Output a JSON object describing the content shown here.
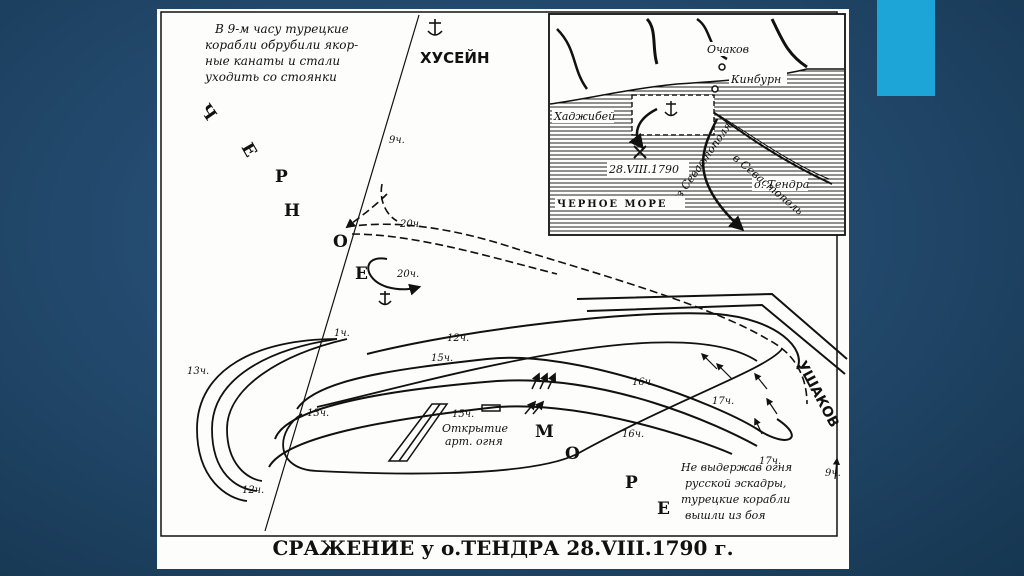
{
  "slide": {
    "accent_color": "#1ea5d8"
  },
  "map": {
    "caption": "СРАЖЕНИЕ у о.ТЕНДРА 28.VIII.1790 г.",
    "sea_name": "ЧЕРНОЕ МОРЕ",
    "sea_letters": [
      "Ч",
      "Е",
      "Р",
      "Н",
      "О",
      "Е",
      "М",
      "О",
      "Р",
      "Е"
    ],
    "commanders": {
      "turkish": "ХУСЕЙН",
      "russian": "УШАКОВ"
    },
    "notes": {
      "top_line1": "В 9-м часу турецкие",
      "top_line2": "корабли обрубили якор-",
      "top_line3": "ные канаты и стали",
      "top_line4": "уходить со стоянки",
      "fire_line1": "Открытие",
      "fire_line2": "арт. огня",
      "bottom_line1": "Не выдержав огня",
      "bottom_line2": "русской эскадры,",
      "bottom_line3": "турецкие корабли",
      "bottom_line4": "вышли из боя"
    },
    "time_labels": {
      "t9_top": "9ч.",
      "t20_dashed": "20ч.",
      "t20_solid": "20ч.",
      "t1": "1ч.",
      "t12_mid": "12ч.",
      "t15_upper": "15ч.",
      "t13_left": "13ч.",
      "t13_inner": "13ч.",
      "t12_bottom": "12ч.",
      "t15_lower": "15ч.",
      "t16_upper": "16ч.",
      "t16_lower": "16ч.",
      "t17_upper": "17ч.",
      "t17_lower": "17ч.",
      "t9_right": "9ч."
    },
    "inset": {
      "places": {
        "ochakov": "Очаков",
        "kinburn": "Кинбурн",
        "khadzhibey": "Хаджибей",
        "tendra": "о. Тендра"
      },
      "date": "28.VIII.1790",
      "route_from": "из Севастополя",
      "route_to": "в Севастополь",
      "sea": "ЧЕРНОЕ МОРЕ"
    }
  }
}
